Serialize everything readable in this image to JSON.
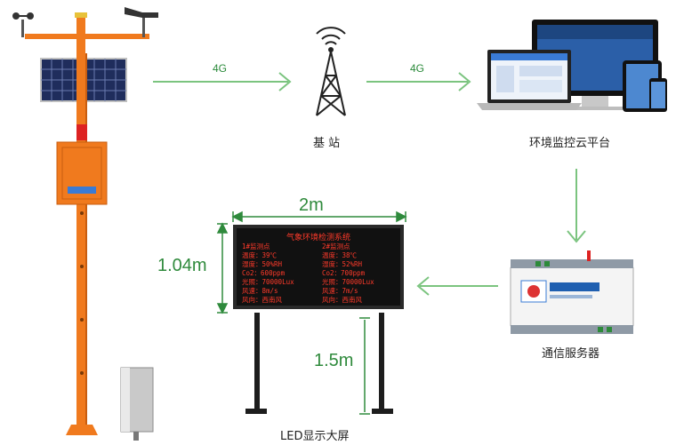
{
  "links": {
    "left_4g": "4G",
    "right_4g": "4G"
  },
  "nodes": {
    "base_station": "基 站",
    "cloud_platform": "环境监控云平台",
    "comm_server": "通信服务器",
    "led_screen": "LED显示大屏"
  },
  "dimensions": {
    "width": "2m",
    "height": "1.04m",
    "pole_height": "1.5m"
  },
  "led": {
    "title": "气象环境检测系统",
    "rows": [
      [
        "1#监测点",
        "2#监测点"
      ],
      [
        "温度：39℃",
        "温度：38℃"
      ],
      [
        "湿度：50%RH",
        "湿度：52%RH"
      ],
      [
        "Co2：600ppm",
        "Co2：700ppm"
      ],
      [
        "光照：70000Lux",
        "光照：70000Lux"
      ],
      [
        "风速：8m/s",
        "风速：7m/s"
      ],
      [
        "风向：西南风",
        "风向：西南风"
      ]
    ]
  },
  "colors": {
    "accent_green": "#2f8a3c",
    "pole_orange": "#f07a1e",
    "led_red": "#ff3a2a"
  }
}
